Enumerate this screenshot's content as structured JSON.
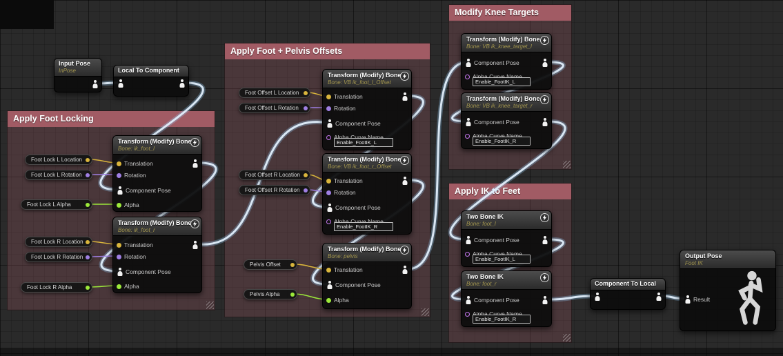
{
  "colors": {
    "comment_header": "#a15b64",
    "comment_body": "rgba(166, 94, 103, 0.26)",
    "pose_wire": "#8fc3ec",
    "pose_wire_core": "#e4f2ff",
    "vector_pin": "#d9b53c",
    "rotator_pin": "#9f7fe3",
    "float_pin": "#9ce93a",
    "name_pin": "#c678ef",
    "node_subtitle": "#a3964e"
  },
  "comments": {
    "foot_locking": "Apply Foot Locking",
    "foot_pelvis_offsets": "Apply Foot + Pelvis Offsets",
    "knee_targets": "Modify Knee Targets",
    "ik_feet": "Apply IK to Feet"
  },
  "pins": {
    "translation": "Translation",
    "rotation": "Rotation",
    "component_pose": "Component Pose",
    "alpha": "Alpha",
    "alpha_curve_name": "Alpha Curve Name",
    "result": "Result"
  },
  "nodes": {
    "input_pose": {
      "title": "Input Pose",
      "subtitle": "InPose"
    },
    "local_to_component": {
      "title": "Local To Component"
    },
    "component_to_local": {
      "title": "Component To Local"
    },
    "output_pose": {
      "title": "Output Pose",
      "subtitle": "Foot IK"
    },
    "tmb_lock_l": {
      "title": "Transform (Modify) Bone",
      "subtitle": "Bone: ik_foot_l"
    },
    "tmb_lock_r": {
      "title": "Transform (Modify) Bone",
      "subtitle": "Bone: ik_foot_r"
    },
    "tmb_offset_l": {
      "title": "Transform (Modify) Bone",
      "subtitle": "Bone: VB ik_foot_l_Offset",
      "curve": "Enable_FootIK_L"
    },
    "tmb_offset_r": {
      "title": "Transform (Modify) Bone",
      "subtitle": "Bone: VB ik_foot_r_Offset",
      "curve": "Enable_FootIK_R"
    },
    "tmb_pelvis": {
      "title": "Transform (Modify) Bone",
      "subtitle": "Bone: pelvis"
    },
    "tmb_knee_l": {
      "title": "Transform (Modify) Bone",
      "subtitle": "Bone: VB ik_knee_target_l",
      "curve": "Enable_FootIK_L"
    },
    "tmb_knee_r": {
      "title": "Transform (Modify) Bone",
      "subtitle": "Bone: VB ik_knee_target_r",
      "curve": "Enable_FootIK_R"
    },
    "twobone_l": {
      "title": "Two Bone IK",
      "subtitle": "Bone: foot_l",
      "curve": "Enable_FootIK_L"
    },
    "twobone_r": {
      "title": "Two Bone IK",
      "subtitle": "Bone: foot_r",
      "curve": "Enable_FootIK_R"
    }
  },
  "variables": {
    "foot_lock_l_location": "Foot Lock L Location",
    "foot_lock_l_rotation": "Foot Lock L Rotation",
    "foot_lock_l_alpha": "Foot Lock L Alpha",
    "foot_lock_r_location": "Foot Lock R Location",
    "foot_lock_r_rotation": "Foot Lock R Rotation",
    "foot_lock_r_alpha": "Foot Lock R Alpha",
    "foot_offset_l_location": "Foot Offset L Location",
    "foot_offset_l_rotation": "Foot Offset L Rotation",
    "foot_offset_r_location": "Foot Offset R Location",
    "foot_offset_r_rotation": "Foot Offset R Rotation",
    "pelvis_offset": "Pelvis Offset",
    "pelvis_alpha": "Pelvis Alpha"
  }
}
